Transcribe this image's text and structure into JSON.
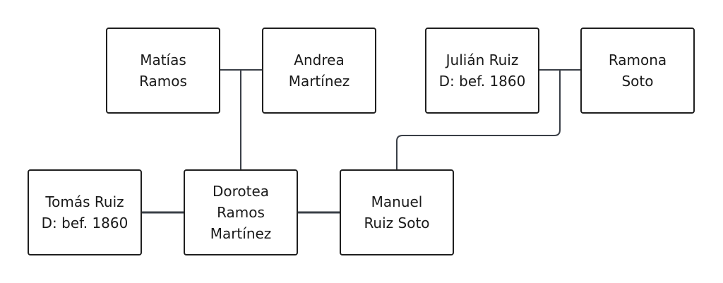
{
  "people": [
    {
      "id": "matias",
      "lines": [
        "Matías",
        "Ramos"
      ]
    },
    {
      "id": "andrea",
      "lines": [
        "Andrea",
        "Martínez"
      ]
    },
    {
      "id": "julian",
      "lines": [
        "Julián Ruiz",
        "D: bef. 1860"
      ]
    },
    {
      "id": "ramona",
      "lines": [
        "Ramona",
        "Soto"
      ]
    },
    {
      "id": "tomas",
      "lines": [
        "Tomás Ruiz",
        "D: bef. 1860"
      ]
    },
    {
      "id": "dorotea",
      "lines": [
        "Dorotea",
        "Ramos",
        "Martínez"
      ]
    },
    {
      "id": "manuel",
      "lines": [
        "Manuel",
        "Ruiz Soto"
      ]
    }
  ],
  "relations": {
    "couples": [
      [
        "matias",
        "andrea"
      ],
      [
        "julian",
        "ramona"
      ],
      [
        "tomas",
        "dorotea"
      ],
      [
        "dorotea",
        "manuel"
      ]
    ],
    "children": [
      {
        "parents": [
          "matias",
          "andrea"
        ],
        "child": "dorotea"
      },
      {
        "parents": [
          "julian",
          "ramona"
        ],
        "child": "manuel"
      }
    ]
  },
  "colors": {
    "box_border": "#1f1f1f",
    "line": "#3a3f47",
    "text": "#1a1a1a"
  }
}
